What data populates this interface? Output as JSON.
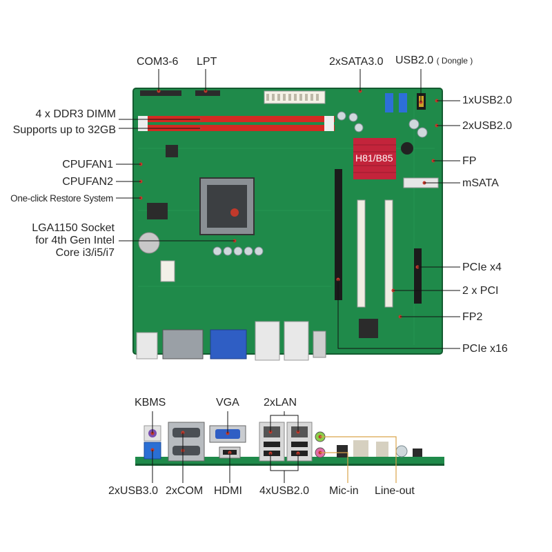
{
  "labels": {
    "com36": "COM3-6",
    "lpt": "LPT",
    "sata": "2xSATA3.0",
    "usb_dongle": "USB2.0",
    "usb_dongle_sub": "( Dongle )",
    "ddr_line1": "4 x DDR3 DIMM",
    "ddr_line2": "Supports up to 32GB",
    "usb1": "1xUSB2.0",
    "usb2": "2xUSB2.0",
    "cpufan1": "CPUFAN1",
    "cpufan2": "CPUFAN2",
    "restore": "One-click Restore System",
    "fp": "FP",
    "msata": "mSATA",
    "lga_line1": "LGA1150 Socket",
    "lga_line2": "for 4th Gen Intel",
    "lga_line3": "Core i3/i5/i7",
    "pcie4": "PCIe x4",
    "pci2": "2 x PCI",
    "fp2": "FP2",
    "pcie16": "PCIe x16",
    "chipset": "H81/B85",
    "kbms": "KBMS",
    "vga": "VGA",
    "lan": "2xLAN",
    "usb3": "2xUSB3.0",
    "com2": "2xCOM",
    "hdmi": "HDMI",
    "usb4": "4xUSB2.0",
    "micin": "Mic-in",
    "lineout": "Line-out"
  },
  "colors": {
    "pcb": "#1f8a4a",
    "pcb_dark": "#176b38",
    "dimm": "#d42a22",
    "pointer": "#c0392b",
    "heatsink": "#c3243b",
    "callout_line": "#d9a34a"
  }
}
